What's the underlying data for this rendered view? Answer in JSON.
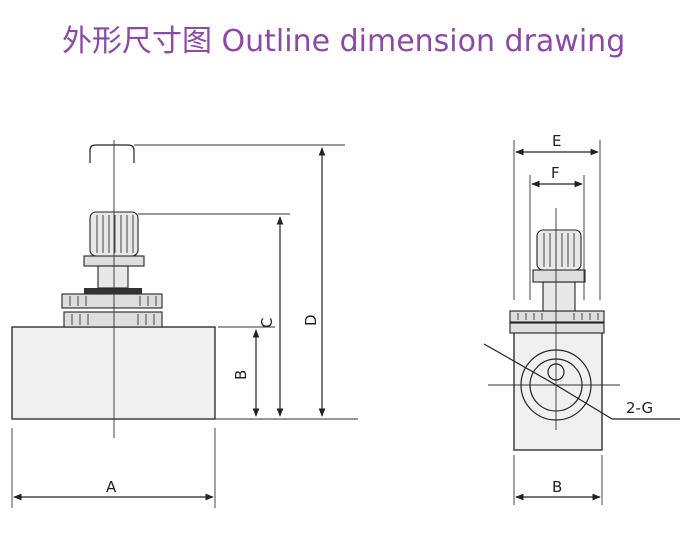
{
  "title": "外形尺寸图 Outline dimension drawing",
  "labels": {
    "A": "A",
    "B_side": "B",
    "C": "C",
    "D": "D",
    "E": "E",
    "F": "F",
    "B_front": "B",
    "G": "2-G"
  },
  "colors": {
    "title": "#8a4aa6",
    "line": "#222222"
  }
}
